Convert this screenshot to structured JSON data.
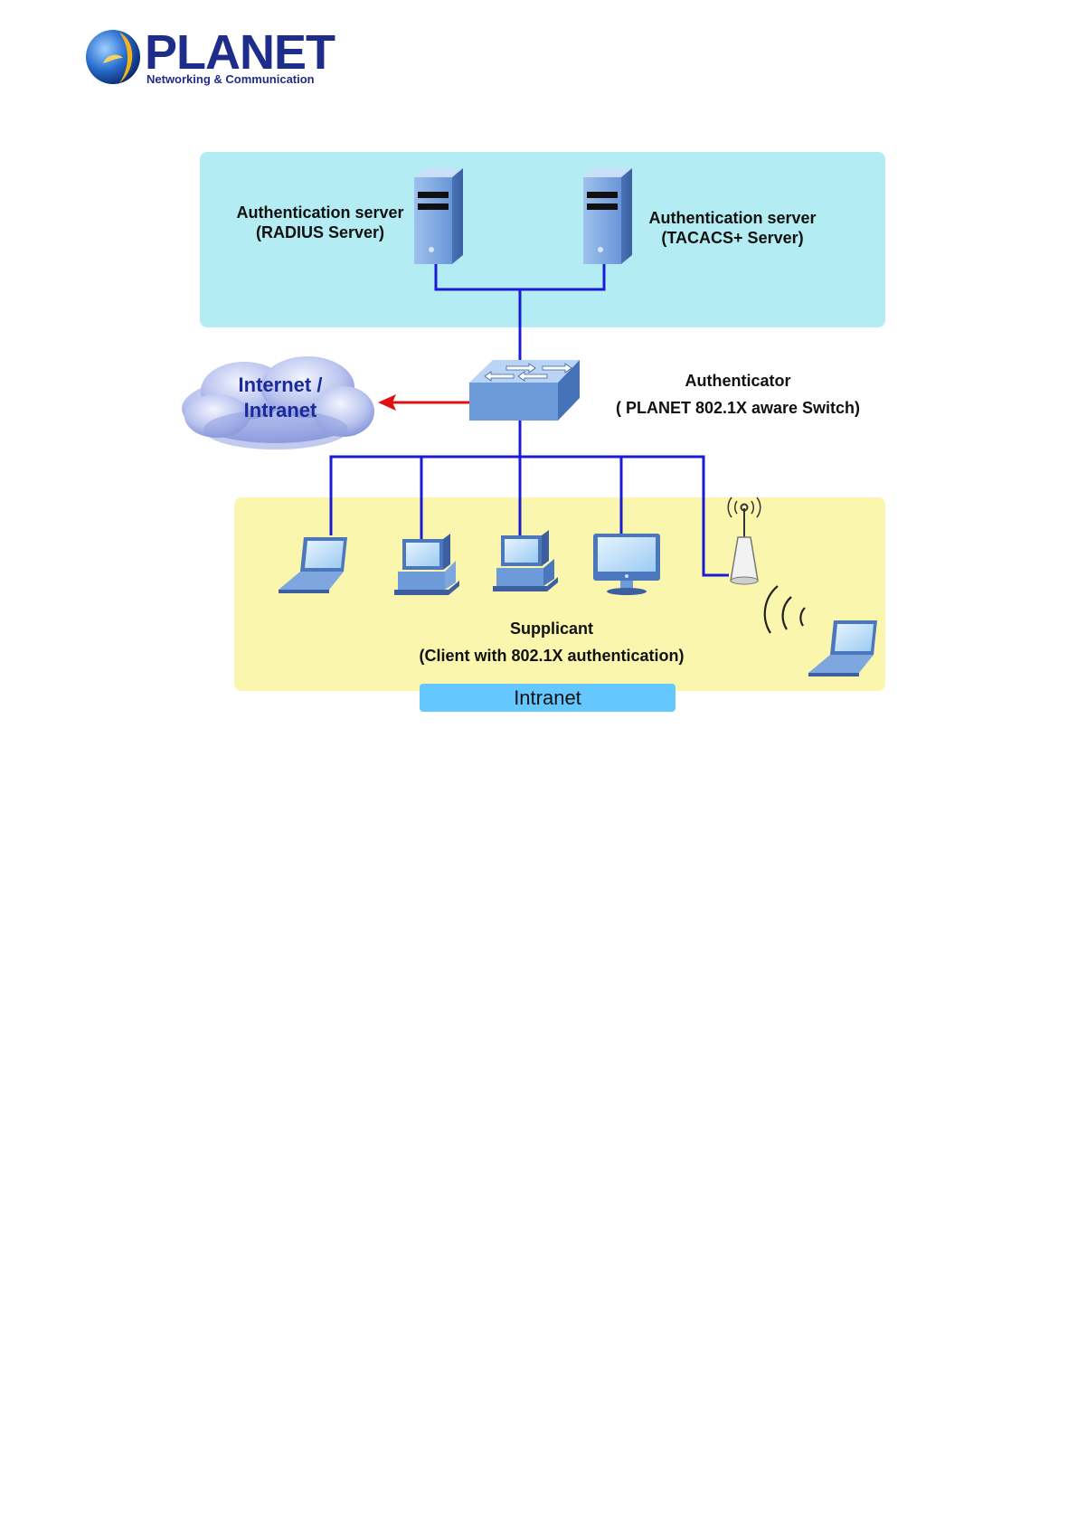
{
  "header": {
    "brand": "PLANET",
    "tagline": "Networking & Communication"
  },
  "diagram": {
    "radius_server": {
      "line1": "Authentication server",
      "line2": "(RADIUS Server)"
    },
    "tacacs_server": {
      "line1": "Authentication server",
      "line2": "(TACACS+ Server)"
    },
    "authenticator": {
      "line1": "Authenticator",
      "line2": "( PLANET 802.1X aware Switch)"
    },
    "cloud": {
      "line1": "Internet /",
      "line2": "Intranet"
    },
    "supplicant": {
      "line1": "Supplicant",
      "line2": "(Client with 802.1X authentication)"
    },
    "intranet_label": "Intranet",
    "colors": {
      "server_zone": "#b3ecf2",
      "client_zone": "#fbf6ae",
      "link": "#1b1bd6",
      "arrow": "#e01010",
      "intranet_tab": "#64c8ff"
    }
  }
}
